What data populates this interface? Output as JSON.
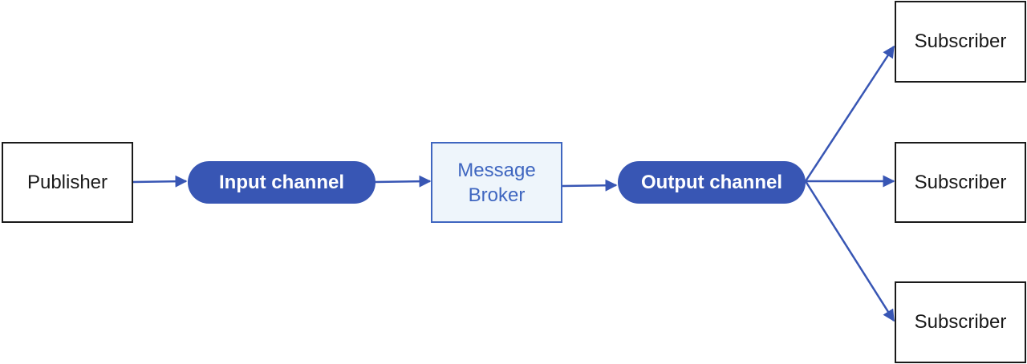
{
  "colors": {
    "accent": "#3856b4",
    "broker_fill": "#eef5fb",
    "broker_text": "#3f66c0",
    "box_border": "#1a1a1a"
  },
  "publisher": {
    "label": "Publisher"
  },
  "input_channel": {
    "label": "Input channel"
  },
  "broker": {
    "line1": "Message",
    "line2": "Broker"
  },
  "output_channel": {
    "label": "Output channel"
  },
  "subscribers": [
    {
      "label": "Subscriber"
    },
    {
      "label": "Subscriber"
    },
    {
      "label": "Subscriber"
    }
  ]
}
